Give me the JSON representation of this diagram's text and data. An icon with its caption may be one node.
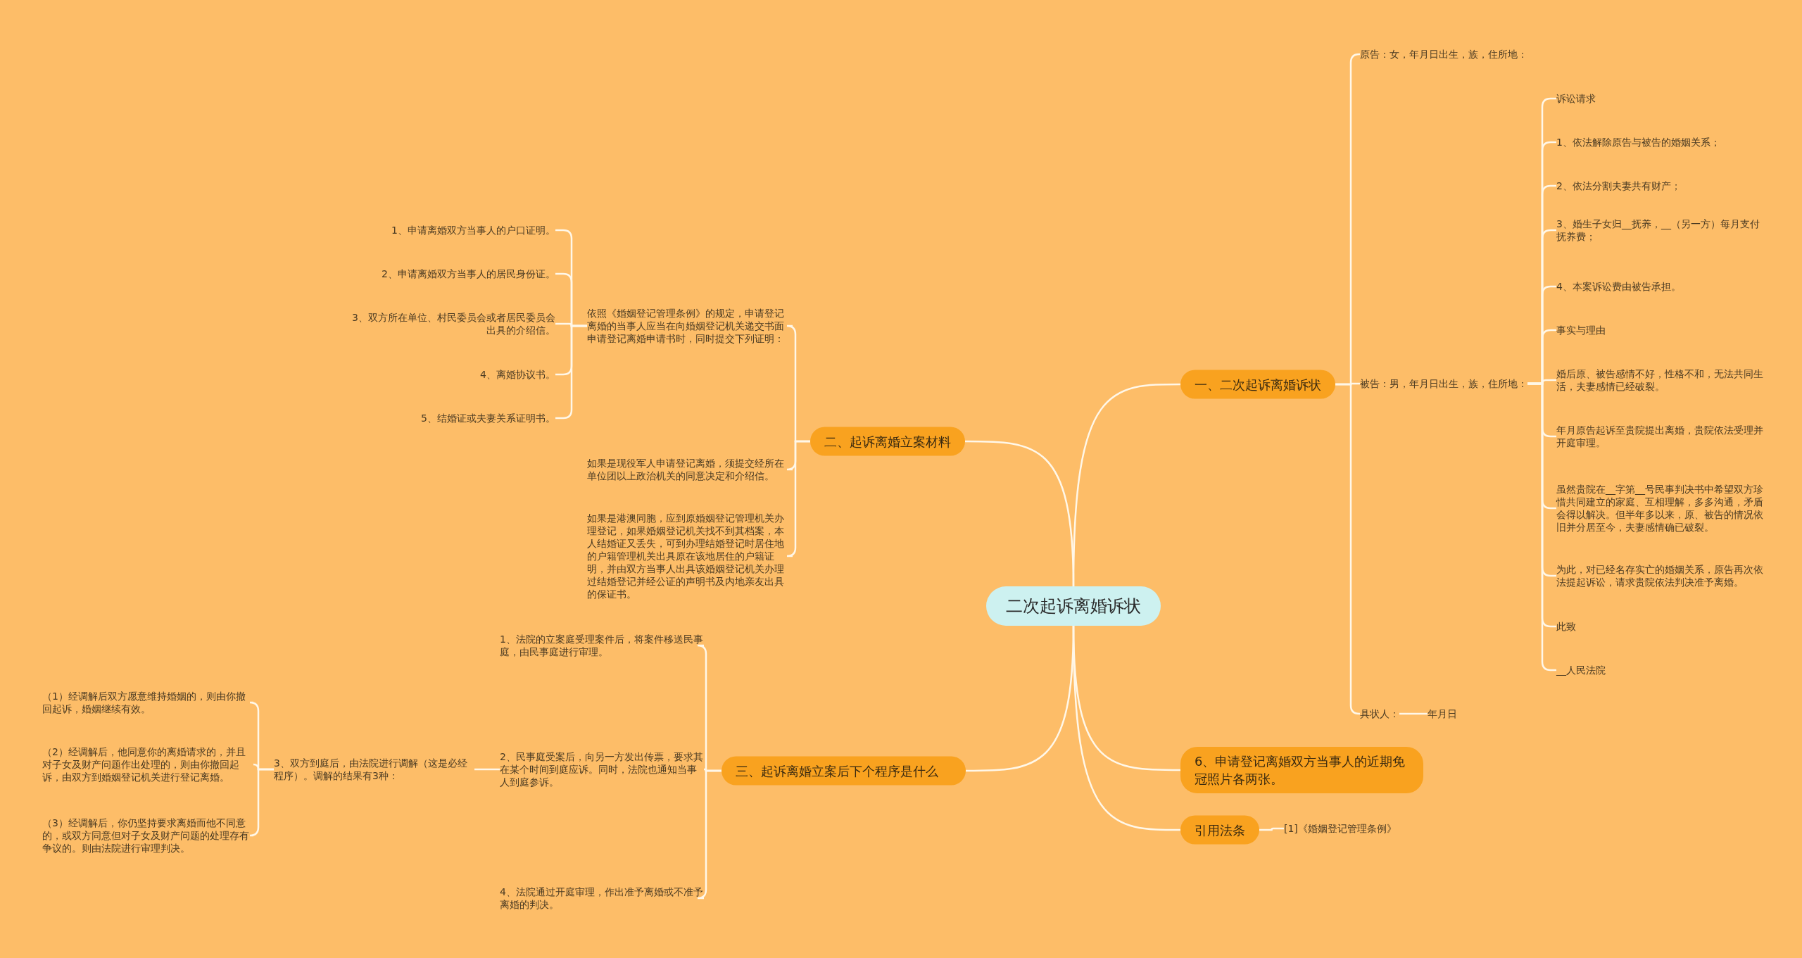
{
  "diagram": {
    "nodes": [
      {
        "text": [
          "二次起诉离婚诉状"
        ]
      },
      {
        "text": [
          "一、二次起诉离婚诉状"
        ]
      },
      {
        "text": [
          "原告：女，年月日出生，族，住所地："
        ]
      },
      {
        "text": [
          "被告：男，年月日出生，族，住所地："
        ]
      },
      {
        "text": [
          "诉讼请求"
        ]
      },
      {
        "text": [
          "1、依法解除原告与被告的婚姻关系；"
        ]
      },
      {
        "text": [
          "2、依法分割夫妻共有财产；"
        ]
      },
      {
        "text": [
          "3、婚生子女归__抚养，__（另一方）每月支付抚养费；"
        ]
      },
      {
        "text": [
          "4、本案诉讼费由被告承担。"
        ]
      },
      {
        "text": [
          "事实与理由"
        ]
      },
      {
        "text": [
          "婚后原、被告感情不好，性格不和，无法共同生活，夫妻感情已经破裂。"
        ]
      },
      {
        "text": [
          "年月原告起诉至贵院提出离婚，贵院依法受理并开庭审理。"
        ]
      },
      {
        "text": [
          "虽然贵院在__字第__号民事判决书中希望双方珍惜共同建立的家庭、互相理解，多多沟通，矛盾会得以解决。但半年多以来，原、被告的情况依旧并分居至今，夫妻感情确已破裂。"
        ]
      },
      {
        "text": [
          "为此，对已经名存实亡的婚姻关系，原告再次依法提起诉讼，请求贵院依法判决准予离婚。"
        ]
      },
      {
        "text": [
          "此致"
        ]
      },
      {
        "text": [
          "__人民法院"
        ]
      },
      {
        "text": [
          "具状人："
        ]
      },
      {
        "text": [
          "年月日"
        ]
      },
      {
        "text": [
          "二、起诉离婚立案材料"
        ]
      },
      {
        "text": [
          "依照《婚姻登记管理条例》的规定，申请登记离婚的当事人应当在向婚姻登记机关递交书面申请登记离婚申请书时，同时提交下列证明："
        ]
      },
      {
        "text": [
          "1、申请离婚双方当事人的户口证明。"
        ]
      },
      {
        "text": [
          "2、申请离婚双方当事人的居民身份证。"
        ]
      },
      {
        "text": [
          "3、双方所在单位、村民委员会或者居民委员会出具的介绍信。"
        ]
      },
      {
        "text": [
          "4、离婚协议书。"
        ]
      },
      {
        "text": [
          "5、结婚证或夫妻关系证明书。"
        ]
      },
      {
        "text": [
          "如果是现役军人申请登记离婚，须提交经所在单位团以上政治机关的同意决定和介绍信。"
        ]
      },
      {
        "text": [
          "如果是港澳同胞，应到原婚姻登记管理机关办理登记，如果婚姻登记机关找不到其档案，本人结婚证又丢失，可到办理结婚登记时居住地的户籍管理机关出具原在该地居住的户籍证明，并由双方当事人出具该婚姻登记机关办理过结婚登记并经公证的声明书及内地亲友出具的保证书。"
        ]
      },
      {
        "text": [
          "三、起诉离婚立案后下个程序是什么"
        ]
      },
      {
        "text": [
          "1、法院的立案庭受理案件后，将案件移送民事庭，由民事庭进行审理。"
        ]
      },
      {
        "text": [
          "2、民事庭受案后，向另一方发出传票，要求其在某个时间到庭应诉。同时，法院也通知当事人到庭参诉。"
        ]
      },
      {
        "text": [
          "3、双方到庭后，由法院进行调解（这是必经程序）。调解的结果有3种："
        ]
      },
      {
        "text": [
          "（1）经调解后双方愿意维持婚姻的，则由你撤回起诉，婚姻继续有效。"
        ]
      },
      {
        "text": [
          "（2）经调解后，他同意你的离婚请求的，并且对子女及财产问题作出处理的，则由你撤回起诉，由双方到婚姻登记机关进行登记离婚。"
        ]
      },
      {
        "text": [
          "（3）经调解后，你仍坚持要求离婚而他不同意的，或双方同意但对子女及财产问题的处理存有争议的。则由法院进行审理判决。"
        ]
      },
      {
        "text": [
          "4、法院通过开庭审理，作出准予离婚或不准予离婚的判决。"
        ]
      },
      {
        "text": [
          "6、申请登记离婚双方当事人的近期免冠照片各两张。"
        ]
      },
      {
        "text": [
          "引用法条"
        ]
      },
      {
        "text": [
          "[1]《婚姻登记管理条例》"
        ]
      }
    ],
    "edges": [
      {
        "from": 0,
        "to": 1,
        "arrow": "none"
      },
      {
        "from": 1,
        "to": 2,
        "arrow": "none"
      },
      {
        "from": 1,
        "to": 3,
        "arrow": "none"
      },
      {
        "from": 3,
        "to": 4,
        "arrow": "none"
      },
      {
        "from": 3,
        "to": 5,
        "arrow": "none"
      },
      {
        "from": 3,
        "to": 6,
        "arrow": "none"
      },
      {
        "from": 3,
        "to": 7,
        "arrow": "none"
      },
      {
        "from": 3,
        "to": 8,
        "arrow": "none"
      },
      {
        "from": 3,
        "to": 9,
        "arrow": "none"
      },
      {
        "from": 3,
        "to": 10,
        "arrow": "none"
      },
      {
        "from": 3,
        "to": 11,
        "arrow": "none"
      },
      {
        "from": 3,
        "to": 12,
        "arrow": "none"
      },
      {
        "from": 3,
        "to": 13,
        "arrow": "none"
      },
      {
        "from": 3,
        "to": 14,
        "arrow": "none"
      },
      {
        "from": 3,
        "to": 15,
        "arrow": "none"
      },
      {
        "from": 1,
        "to": 16,
        "arrow": "none"
      },
      {
        "from": 16,
        "to": 17,
        "arrow": "none"
      },
      {
        "from": 0,
        "to": 18,
        "arrow": "none"
      },
      {
        "from": 18,
        "to": 19,
        "arrow": "none"
      },
      {
        "from": 19,
        "to": 20,
        "arrow": "none"
      },
      {
        "from": 19,
        "to": 21,
        "arrow": "none"
      },
      {
        "from": 19,
        "to": 22,
        "arrow": "none"
      },
      {
        "from": 19,
        "to": 23,
        "arrow": "none"
      },
      {
        "from": 19,
        "to": 24,
        "arrow": "none"
      },
      {
        "from": 18,
        "to": 25,
        "arrow": "none"
      },
      {
        "from": 18,
        "to": 26,
        "arrow": "none"
      },
      {
        "from": 0,
        "to": 27,
        "arrow": "none"
      },
      {
        "from": 27,
        "to": 28,
        "arrow": "none"
      },
      {
        "from": 27,
        "to": 29,
        "arrow": "none"
      },
      {
        "from": 29,
        "to": 30,
        "arrow": "none"
      },
      {
        "from": 30,
        "to": 31,
        "arrow": "none"
      },
      {
        "from": 30,
        "to": 32,
        "arrow": "none"
      },
      {
        "from": 30,
        "to": 33,
        "arrow": "none"
      },
      {
        "from": 27,
        "to": 34,
        "arrow": "none"
      },
      {
        "from": 0,
        "to": 35,
        "arrow": "none"
      },
      {
        "from": 0,
        "to": 36,
        "arrow": "none"
      },
      {
        "from": 36,
        "to": 37,
        "arrow": "none"
      }
    ]
  }
}
